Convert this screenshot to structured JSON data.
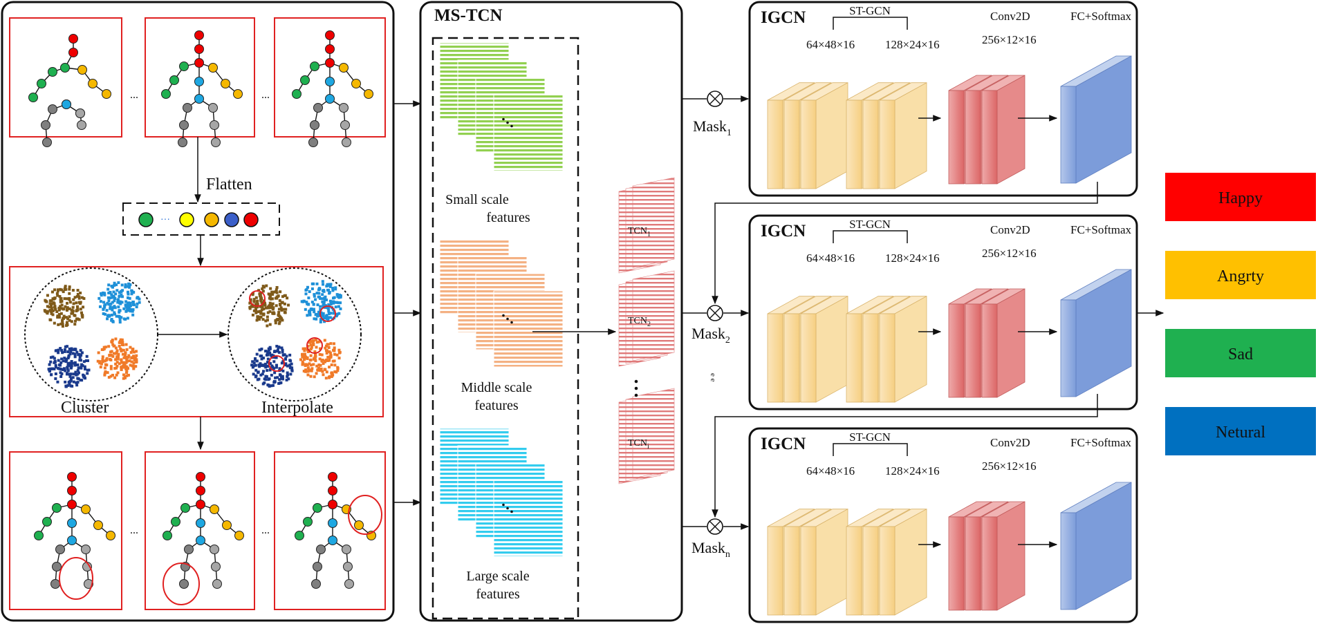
{
  "left_panel": {
    "flatten_label": "Flatten",
    "ellipsis": "...",
    "flatten_ellipsis": "···",
    "cluster_label": "Cluster",
    "interpolate_label": "Interpolate"
  },
  "mstcn": {
    "title": "MS-TCN",
    "small_line1": "Small scale",
    "small_line2": "features",
    "middle_line1": "Middle scale",
    "middle_line2": "features",
    "large_line1": "Large scale",
    "large_line2": "features",
    "tcn1_base": "TCN",
    "tcn1_sub": "1",
    "tcn2_base": "TCN",
    "tcn2_sub": "2",
    "tcni_base": "TCN",
    "tcni_sub": "i"
  },
  "masks": {
    "mask1_base": "Mask",
    "mask1_sub": "1",
    "mask2_base": "Mask",
    "mask2_sub": "2",
    "maskn_base": "Mask",
    "maskn_sub": "n",
    "between_dots": "e e"
  },
  "igcn": {
    "title": "IGCN",
    "stgcn": "ST-GCN",
    "conv2d": "Conv2D",
    "fc": "FC+Softmax",
    "dim1": "64×48×16",
    "dim2": "128×24×16",
    "dim3": "256×12×16"
  },
  "outputs": [
    {
      "label": "Happy",
      "color": "#ff0000"
    },
    {
      "label": "Angrty",
      "color": "#ffc000"
    },
    {
      "label": "Sad",
      "color": "#1fb050"
    },
    {
      "label": "Netural",
      "color": "#0070c0"
    }
  ],
  "colors": {
    "red_frame": "#e02020",
    "green_feat": "#92d050",
    "orange_feat": "#f4b183",
    "cyan_feat": "#33ccee",
    "pink_feat": "#e07a7a",
    "block_yellow": "#f8d080",
    "block_red": "#e07070",
    "block_blue": "#8eaadb"
  }
}
